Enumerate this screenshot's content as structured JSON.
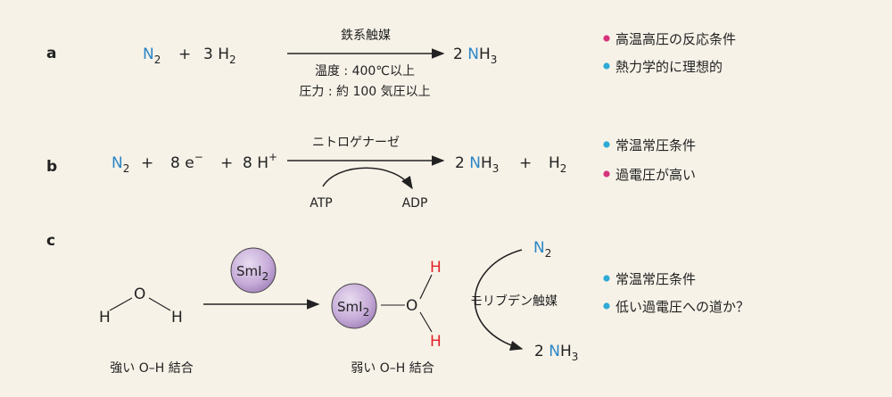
{
  "panels": {
    "a": {
      "label": "a",
      "reactant1_sym": "N",
      "reactant1_sub": "2",
      "plus": "+",
      "reactant2_coef": "3 H",
      "reactant2_sub": "2",
      "catalyst": "鉄系触媒",
      "product_coef": "2 ",
      "product_sym": "N",
      "product_rest": "H",
      "product_sub": "3",
      "condition1": "温度 : 400℃以上",
      "condition2": "圧力 : 約 100 気圧以上",
      "notes": [
        "高温高圧の反応条件",
        "熱力学的に理想的"
      ]
    },
    "b": {
      "label": "b",
      "reactant1_sym": "N",
      "reactant1_sub": "2",
      "plus": "+",
      "electrons": "8 e",
      "electrons_sup": "−",
      "protons": "8 H",
      "protons_sup": "+",
      "enzyme": "ニトロゲナーゼ",
      "product_coef": "2 ",
      "product_sym": "N",
      "product_rest": "H",
      "product_sub": "3",
      "byproduct": "H",
      "byproduct_sub": "2",
      "atp": "ATP",
      "adp": "ADP",
      "notes": [
        "常温常圧条件",
        "過電圧が高い"
      ]
    },
    "c": {
      "label": "c",
      "water_o": "O",
      "water_h1": "H",
      "water_h2": "H",
      "reagent": "SmI",
      "reagent_sub": "2",
      "complex_o": "O",
      "complex_h1": "H",
      "complex_h2": "H",
      "strong_caption": "強い O–H 結合",
      "weak_caption": "弱い O–H 結合",
      "n2_sym": "N",
      "n2_sub": "2",
      "catalyst": "モリブデン触媒",
      "product_coef": "2 ",
      "product_sym": "N",
      "product_rest": "H",
      "product_sub": "3",
      "notes": [
        "常温常圧条件",
        "低い過電圧への道か？"
      ]
    }
  },
  "colors": {
    "background": "#f7f2e8",
    "element_blue": "#2a86c6",
    "hydrogen_red": "#e0222a",
    "bullet_magenta": "#d6337f",
    "bullet_cyan": "#2eaad6",
    "sphere_fill": "#cbb2dc"
  }
}
